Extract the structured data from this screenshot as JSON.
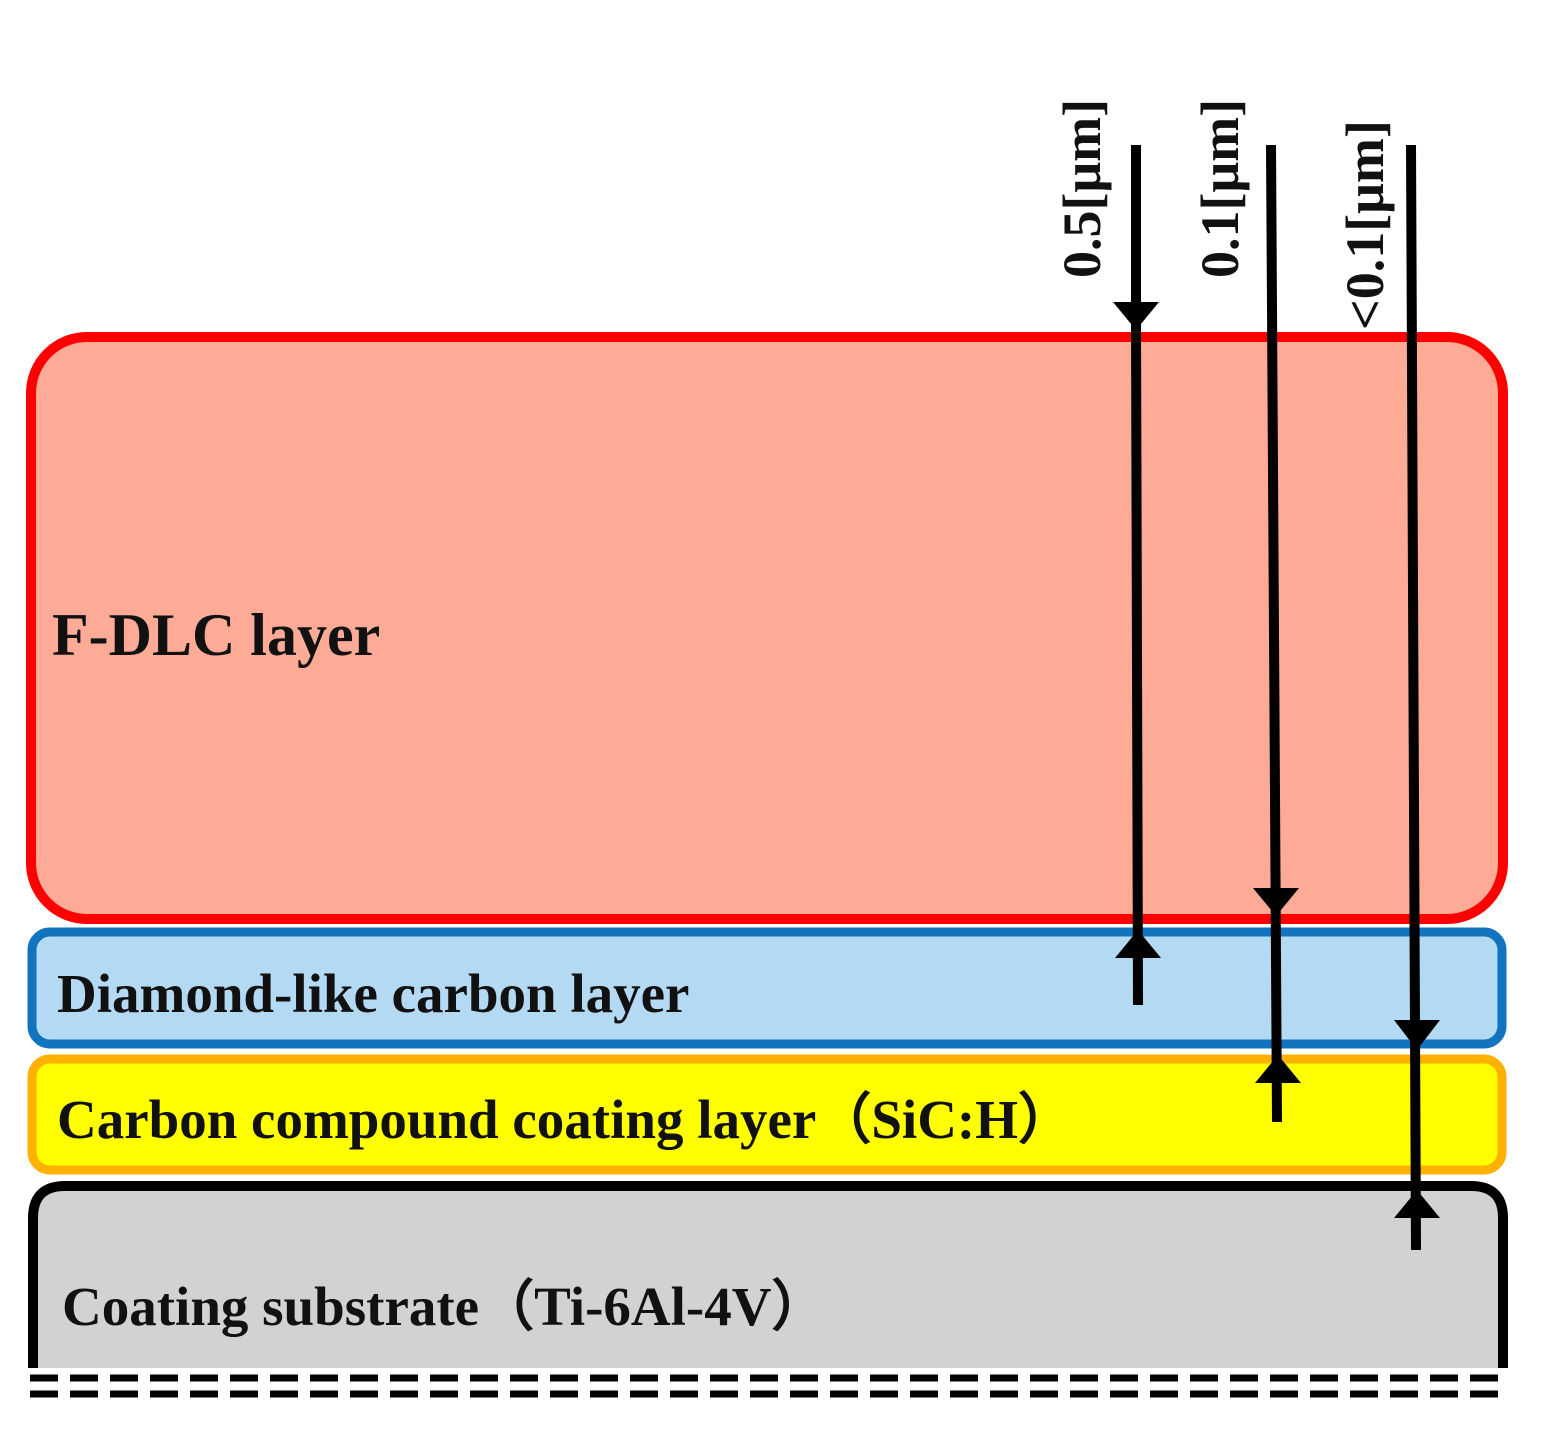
{
  "layers": {
    "fdlc": {
      "label": "F-DLC layer",
      "fill": "#FDAA97",
      "stroke": "#FF0000"
    },
    "dlc": {
      "label": "Diamond-like carbon layer",
      "fill": "#B4D9F2",
      "stroke": "#1273BF"
    },
    "sic": {
      "label": "Carbon compound coating layer（SiC:H）",
      "fill": "#FFFF00",
      "stroke": "#FFB100"
    },
    "substrate": {
      "label": "Coating substrate（Ti-6Al-4V）",
      "fill": "#D3D2D2",
      "stroke": "#000000"
    }
  },
  "thicknesses": {
    "fdlc": "0.5[μm]",
    "dlc": "0.1[μm]",
    "sic": "<0.1[μm]"
  }
}
